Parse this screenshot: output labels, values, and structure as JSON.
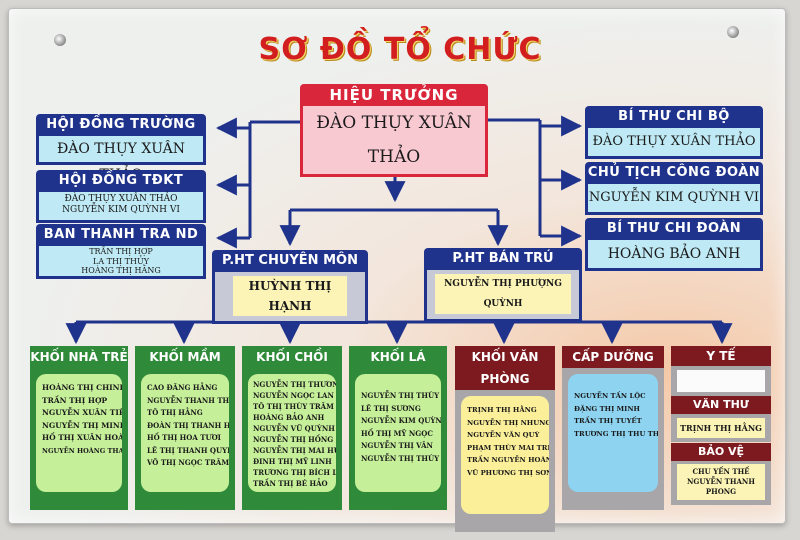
{
  "title": "SƠ ĐỒ TỔ CHỨC",
  "principal": {
    "label": "HIỆU TRƯỞNG",
    "name": "ĐÀO THỤY XUÂN THẢO"
  },
  "left": [
    {
      "label": "HỘI ĐỒNG TRƯỜNG",
      "lines": [
        "ĐÀO THỤY XUÂN THẢO"
      ]
    },
    {
      "label": "HỘI ĐỒNG TĐKT",
      "lines": [
        "ĐÀO THỤY XUÂN THẢO",
        "NGUYỄN KIM QUỲNH VI"
      ]
    },
    {
      "label": "BAN THANH TRA ND",
      "lines": [
        "TRẦN THỊ HỢP",
        "LA THỊ THỦY",
        "HOÀNG THỊ HẰNG"
      ]
    }
  ],
  "right": [
    {
      "label": "BÍ THƯ CHI BỘ",
      "lines": [
        "ĐÀO THỤY XUÂN THẢO"
      ]
    },
    {
      "label": "CHỦ TỊCH CÔNG ĐOÀN",
      "lines": [
        "NGUYỄN KIM QUỲNH VI"
      ]
    },
    {
      "label": "BÍ THƯ CHI ĐOÀN",
      "lines": [
        "HOÀNG BẢO ANH"
      ]
    }
  ],
  "deputies": [
    {
      "label": "P.HT CHUYÊN MÔN",
      "name": "HUỲNH THỊ HẠNH"
    },
    {
      "label": "P.HT BÁN TRÚ",
      "name": "NGUYỄN THỊ PHƯỢNG QUỲNH"
    }
  ],
  "blocks": [
    {
      "label": "KHỐI NHÀ TRẺ",
      "members": [
        "HOÀNG THỊ CHINH",
        "TRẦN THỊ HỢP",
        "NGUYỄN XUÂN TIÊN",
        "NGUYỄN THỊ MINH CHI",
        "HỒ THỊ XUÂN HOÀI",
        "NGUYỄN HOÀNG THANH TRÚC"
      ]
    },
    {
      "label": "KHỐI MẦM",
      "members": [
        "CAO ĐĂNG HẰNG",
        "NGUYỄN THANH THẢO VY",
        "TÔ THỊ HẰNG",
        "ĐOÀN THỊ THANH HƯƠNG",
        "HỒ THỊ HOA TƯƠI",
        "LÊ THỊ THANH QUYÊN",
        "VÕ THỊ NGỌC TRÂM"
      ]
    },
    {
      "label": "KHỐI CHỒI",
      "members": [
        "NGUYỄN THỊ THƯƠNG",
        "NGUYỄN NGỌC LAN",
        "TÔ THỊ THÙY TRÂM",
        "HOÀNG BẢO ANH",
        "NGUYỄN VŨ QUỲNH NHƯ",
        "NGUYỄN THỊ HỒNG ĐÀO",
        "NGUYỄN THỊ MAI HƯƠNG",
        "ĐINH THỊ MỸ LINH",
        "TRƯƠNG THỊ BÍCH LY",
        "TRẦN THỊ BÉ HẢO"
      ]
    },
    {
      "label": "KHỐI LÁ",
      "members": [
        "NGUYỄN THỊ THÙY TRANG",
        "LÊ THỊ SƯƠNG",
        "NGUYỄN KIM QUỲNH VY",
        "HỒ THỊ MỸ NGỌC",
        "NGUYỄN THỊ VÂN",
        "NGUYỄN THỊ THÚY UYÊN"
      ]
    },
    {
      "label": "KHỐI VĂN PHÒNG",
      "members": [
        "TRỊNH THỊ HẰNG",
        "NGUYỄN THỊ NHUNG",
        "NGUYỄN VĂN QUÝ",
        "PHẠM THÙY MAI TRINH",
        "TRẦN NGUYỄN HOÀNG DIỆU",
        "VŨ PHƯƠNG THỊ SƠN"
      ]
    },
    {
      "label": "CẤP DƯỠNG",
      "members": [
        "NGUYỄN TẤN LỘC",
        "ĐẶNG THỊ MINH",
        "TRẦN THỊ TUYẾT",
        "TRƯƠNG THỊ THU THẢO"
      ]
    }
  ],
  "yte": {
    "label": "Y TẾ",
    "members": []
  },
  "vanthu": {
    "label": "VĂN THƯ",
    "members": [
      "TRỊNH THỊ HẰNG"
    ]
  },
  "baove": {
    "label": "BẢO VỆ",
    "members": [
      "CHU YẾN THẾ",
      "NGUYỄN THANH PHONG"
    ]
  },
  "colors": {
    "navy": "#20338c",
    "red": "#d9263a",
    "green": "#2f8a3a",
    "maroon": "#7d1a1f",
    "card_green": "#c6ef9a",
    "card_yellow": "#fbef9a",
    "card_blue": "#8ed3f0"
  }
}
